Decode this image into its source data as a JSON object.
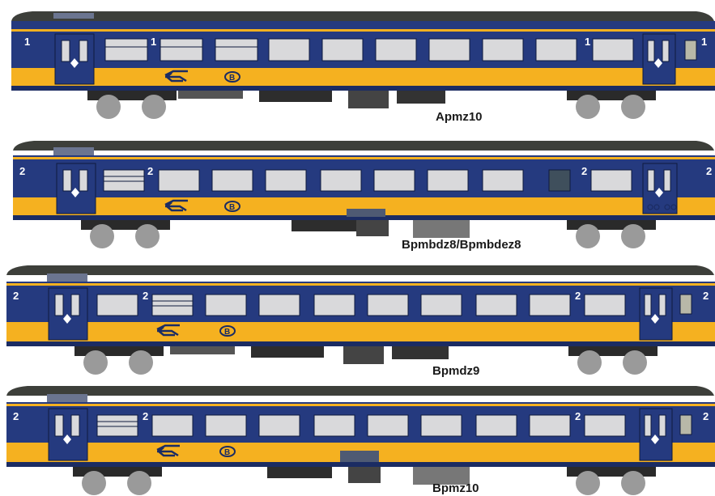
{
  "colors": {
    "roof": "#3d3f3a",
    "roof_edge": "#5a5c56",
    "body_blue": "#253a7f",
    "body_blue_dark": "#1b2c63",
    "yellow": "#f5b120",
    "window": "#d9d9db",
    "window_frame": "#0f1a3d",
    "bogie": "#2a2a2a",
    "wheel": "#9a9a9a"
  },
  "coaches": [
    {
      "caption": "Apmz10",
      "class_marks": [
        "1",
        "1",
        "1",
        "1"
      ],
      "logos": [
        "ns-logo-icon",
        "nmbs-logo-icon"
      ]
    },
    {
      "caption": "Bpmbdz8/Bpmbdez8",
      "class_marks": [
        "2",
        "2",
        "2",
        "2"
      ],
      "logos": [
        "ns-logo-icon",
        "nmbs-logo-icon"
      ]
    },
    {
      "caption": "Bpmdz9",
      "class_marks": [
        "2",
        "2",
        "2",
        "2"
      ],
      "logos": [
        "ns-logo-icon",
        "nmbs-logo-icon"
      ]
    },
    {
      "caption": "Bpmz10",
      "class_marks": [
        "2",
        "2",
        "2",
        "2"
      ],
      "logos": [
        "ns-logo-icon",
        "nmbs-logo-icon"
      ]
    }
  ]
}
